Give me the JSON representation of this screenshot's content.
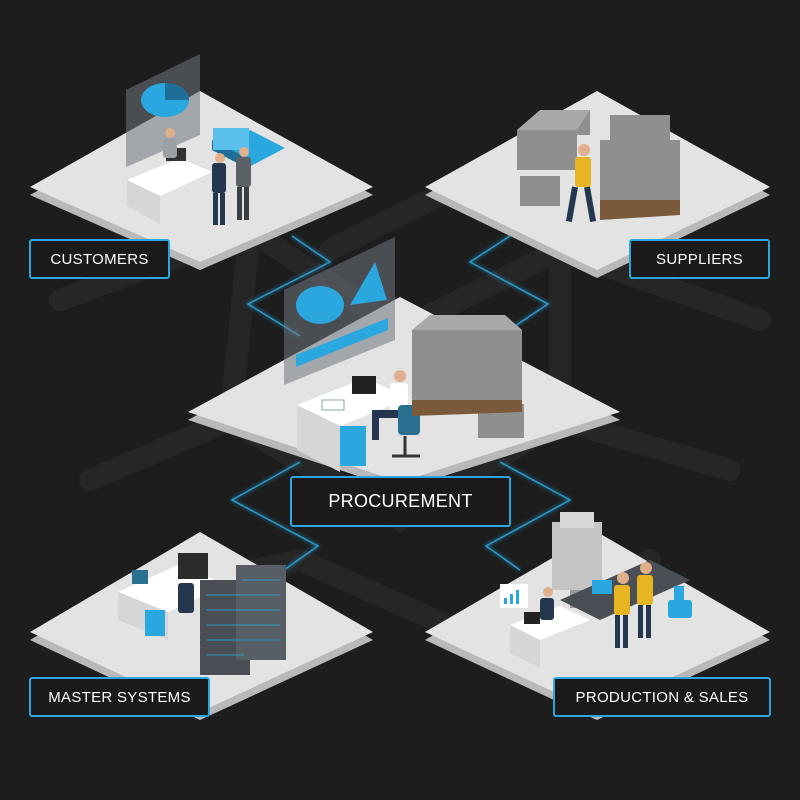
{
  "labels": {
    "customers": "CUSTOMERS",
    "suppliers": "SUPPLIERS",
    "procurement": "PROCUREMENT",
    "master_systems": "MASTER SYSTEMS",
    "production_sales": "PRODUCTION & SALES"
  },
  "colors": {
    "background": "#1d1d1d",
    "accent": "#2aa7df",
    "platform_top": "#e3e3e3",
    "platform_side": "#b9b9b9",
    "box_gray": "#8f8f8f",
    "server_dark": "#4a4f55"
  }
}
